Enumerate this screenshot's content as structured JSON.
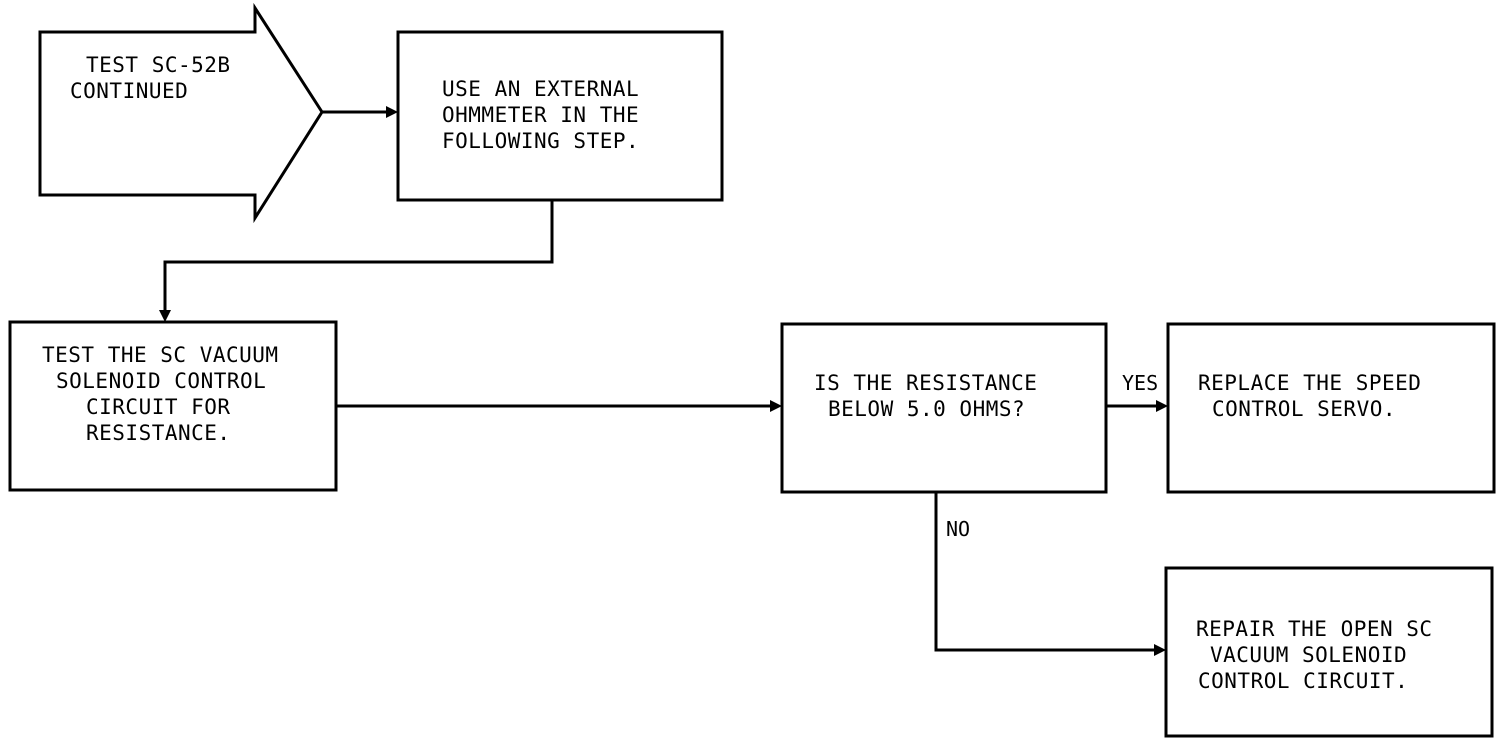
{
  "nodes": {
    "start": {
      "lines": [
        "TEST SC-52B",
        "CONTINUED"
      ]
    },
    "external_ohmmeter": {
      "lines": [
        "USE AN EXTERNAL",
        "OHMMETER IN THE",
        "FOLLOWING STEP."
      ]
    },
    "test_circuit": {
      "lines": [
        "TEST THE SC VACUUM",
        "SOLENOID CONTROL",
        "CIRCUIT FOR",
        "RESISTANCE."
      ]
    },
    "decision": {
      "lines": [
        "IS THE RESISTANCE",
        "BELOW 5.0 OHMS?"
      ]
    },
    "replace_servo": {
      "lines": [
        "REPLACE THE SPEED",
        "CONTROL SERVO."
      ]
    },
    "repair_circuit": {
      "lines": [
        "REPAIR THE OPEN SC",
        "VACUUM SOLENOID",
        "CONTROL CIRCUIT."
      ]
    }
  },
  "edges": {
    "yes_label": "YES",
    "no_label": "NO"
  }
}
